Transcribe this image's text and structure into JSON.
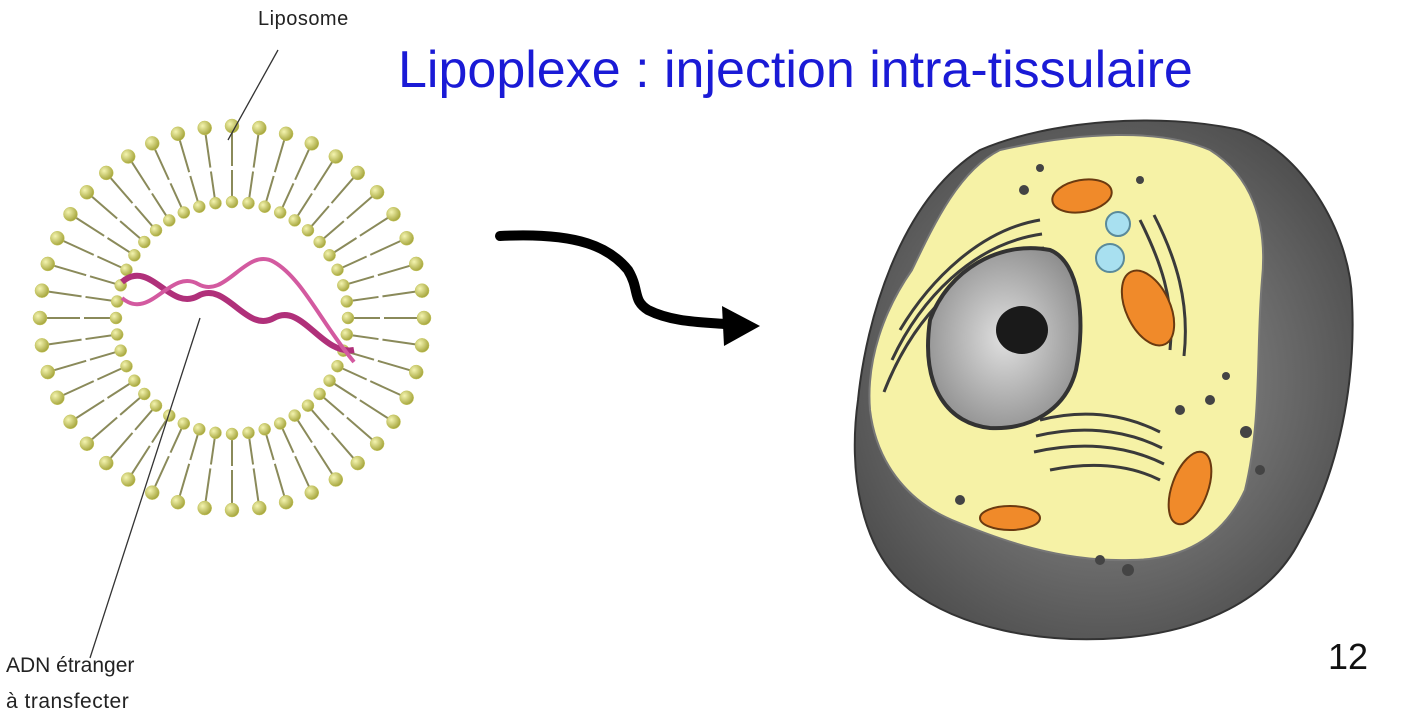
{
  "slide": {
    "title": "Lipoplexe : injection intra-tissulaire",
    "page_number": "12"
  },
  "labels": {
    "liposome": "Liposome",
    "adn_line1": "ADN étranger",
    "adn_line2": "à transfecter"
  },
  "colors": {
    "title": "#1a1ad6",
    "lipid_head": "#c8c860",
    "dna": "#b0307a",
    "cytoplasm": "#f6f2a6",
    "mitochondria": "#f08a2a",
    "vacuole": "#a8e0f0",
    "membrane": "#8a8a8a"
  },
  "icons": {
    "arrow": "curved-arrow-icon",
    "liposome": "liposome-icon",
    "cell": "animal-cell-icon"
  }
}
